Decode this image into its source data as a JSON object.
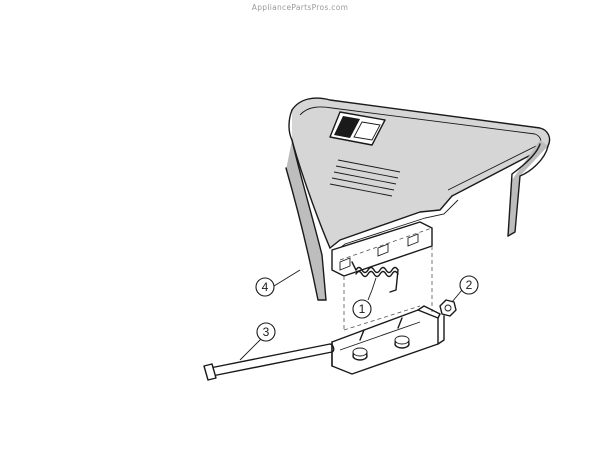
{
  "watermark": "AppliancePartsPros.com",
  "callouts": [
    {
      "id": "1",
      "label": "1"
    },
    {
      "id": "2",
      "label": "2"
    },
    {
      "id": "3",
      "label": "3"
    },
    {
      "id": "4",
      "label": "4"
    }
  ],
  "colors": {
    "line": "#1a1a1a",
    "shade": "#d6d6d6",
    "background": "#ffffff"
  }
}
